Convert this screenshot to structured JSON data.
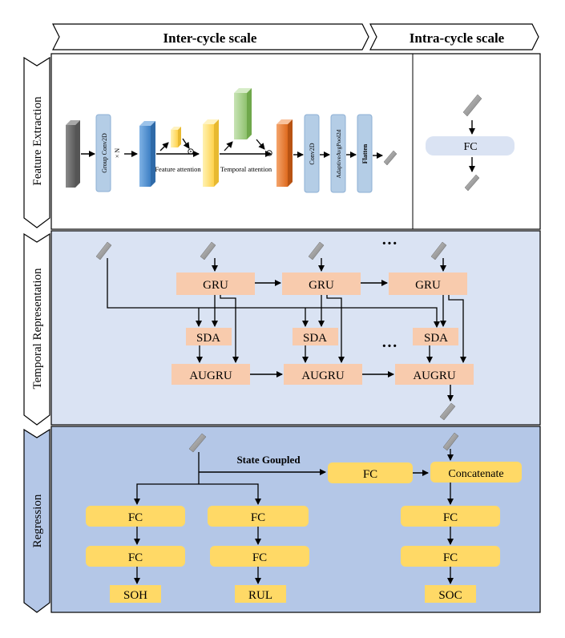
{
  "header": {
    "inter_cycle": "Inter-cycle scale",
    "intra_cycle": "Intra-cycle scale"
  },
  "sections": {
    "feature_extraction": "Feature  Extraction",
    "temporal_representation": "Temporal  Representation",
    "regression": "Regression"
  },
  "feature_extraction": {
    "group_conv": "Group Conv2D",
    "times_n": "× N",
    "feature_attention": "Feature attention",
    "temporal_attention": "Temporal  attention",
    "conv2d": "Conv2D",
    "adaptive_pool": "AdaptiveAvgPool2d",
    "flatten": "Flatten",
    "odot": "⊙",
    "intra_fc": "FC"
  },
  "temporal": {
    "gru": "GRU",
    "sda": "SDA",
    "augru": "AUGRU",
    "ellipsis": "···"
  },
  "regression": {
    "state_coupled": "State Goupled",
    "fc": "FC",
    "concatenate": "Concatenate",
    "soh": "SOH",
    "rul": "RUL",
    "soc": "SOC"
  },
  "colors": {
    "fe_bg": "#ffffff",
    "tr_bg": "#dae3f3",
    "reg_bg": "#b4c7e7",
    "gru_fill": "#f8cbad",
    "fc_yellow": "#ffd966",
    "intra_fc_fill": "#dae3f3",
    "box_blue": "#b4cde6",
    "block_blue": "#5b9bd5",
    "block_yellow": "#ffe699",
    "block_green": "#a9d18e",
    "block_orange": "#ed7d31",
    "block_gray": "#808080"
  }
}
